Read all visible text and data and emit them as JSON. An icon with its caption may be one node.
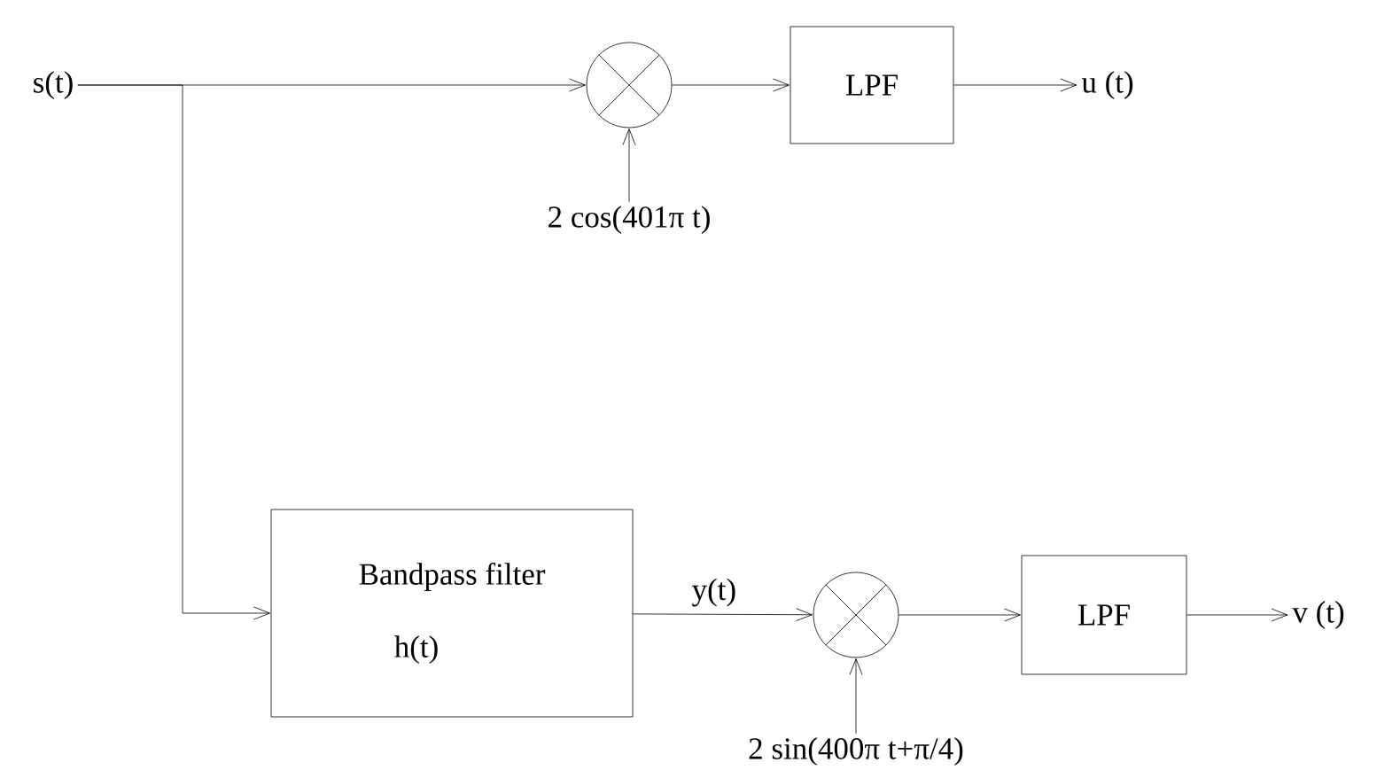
{
  "diagram": {
    "nodes": [
      {
        "text": [
          "s(t)"
        ]
      },
      {
        "text": [],
        "shape": "circle"
      },
      {
        "text": [
          "LPF"
        ]
      },
      {
        "text": [
          "u (t)"
        ]
      },
      {
        "text": [
          "2 cos(401π t)"
        ]
      },
      {
        "text": [
          "Bandpass filter",
          "h(t)"
        ]
      },
      {
        "text": [],
        "shape": "circle"
      },
      {
        "text": [
          "LPF"
        ]
      },
      {
        "text": [
          "v (t)"
        ]
      },
      {
        "text": [
          "2 sin(400π t+π/4)"
        ]
      }
    ],
    "edges": [
      {
        "from": 0,
        "to": 1,
        "arrow": "to"
      },
      {
        "from": 0,
        "to": 5,
        "arrow": "to"
      },
      {
        "from": 1,
        "to": 2,
        "arrow": "to"
      },
      {
        "from": 2,
        "to": 3,
        "arrow": "to"
      },
      {
        "from": 4,
        "to": 1,
        "arrow": "to"
      },
      {
        "from": 5,
        "to": 6,
        "arrow": "to",
        "label": "y(t)"
      },
      {
        "from": 6,
        "to": 7,
        "arrow": "to"
      },
      {
        "from": 7,
        "to": 8,
        "arrow": "to"
      },
      {
        "from": 9,
        "to": 6,
        "arrow": "to"
      }
    ]
  }
}
